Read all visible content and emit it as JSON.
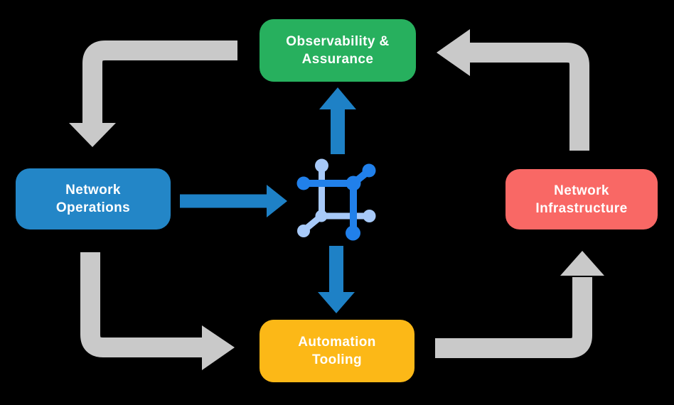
{
  "diagram": {
    "background": "#000000",
    "text_color": "#ffffff",
    "nodes": {
      "top": {
        "id": "observability-assurance",
        "label": "Observability &\nAssurance",
        "fill": "#27b05e"
      },
      "left": {
        "id": "network-operations",
        "label": "Network\nOperations",
        "fill": "#2386c7"
      },
      "right": {
        "id": "network-infrastructure",
        "label": "Network\nInfrastructure",
        "fill": "#f96865"
      },
      "bottom": {
        "id": "automation-tooling",
        "label": "Automation\nTooling",
        "fill": "#fcb817"
      }
    },
    "cycle_arrows": {
      "color": "#c9c9c9",
      "items": [
        {
          "id": "observability-to-operations"
        },
        {
          "id": "operations-to-tooling"
        },
        {
          "id": "tooling-to-infrastructure"
        },
        {
          "id": "infrastructure-to-observability"
        }
      ]
    },
    "center_arrows": {
      "color": "#1e81c6",
      "items": [
        {
          "id": "operations-to-center"
        },
        {
          "id": "center-to-observability"
        },
        {
          "id": "center-to-tooling"
        }
      ]
    },
    "center_icon": {
      "name": "connected-network-icon",
      "dark": "#2180ea",
      "light": "#a7c9f8"
    }
  }
}
